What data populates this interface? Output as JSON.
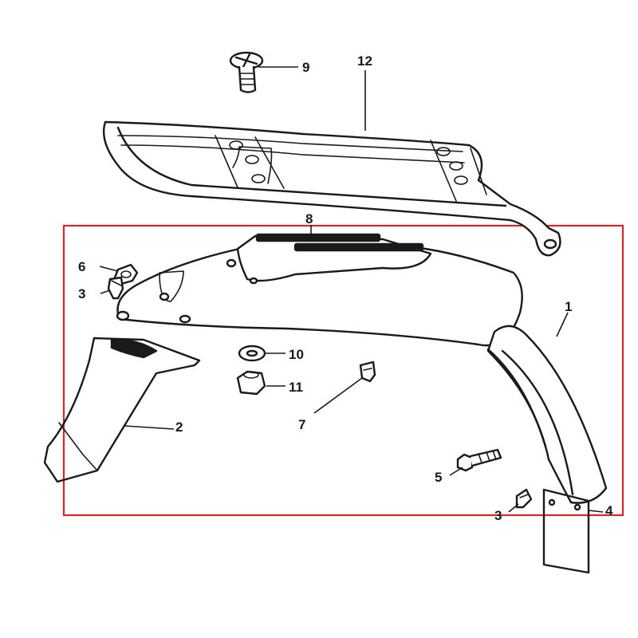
{
  "diagram": {
    "highlight_color": "#d9252a",
    "ink_color": "#1a1a1a",
    "callouts": [
      {
        "id": "c9",
        "label": "9"
      },
      {
        "id": "c12",
        "label": "12"
      },
      {
        "id": "c8",
        "label": "8"
      },
      {
        "id": "c6",
        "label": "6"
      },
      {
        "id": "c3a",
        "label": "3"
      },
      {
        "id": "c1",
        "label": "1"
      },
      {
        "id": "c10",
        "label": "10"
      },
      {
        "id": "c11",
        "label": "11"
      },
      {
        "id": "c7",
        "label": "7"
      },
      {
        "id": "c2",
        "label": "2"
      },
      {
        "id": "c5",
        "label": "5"
      },
      {
        "id": "c3b",
        "label": "3"
      },
      {
        "id": "c4",
        "label": "4"
      }
    ]
  }
}
